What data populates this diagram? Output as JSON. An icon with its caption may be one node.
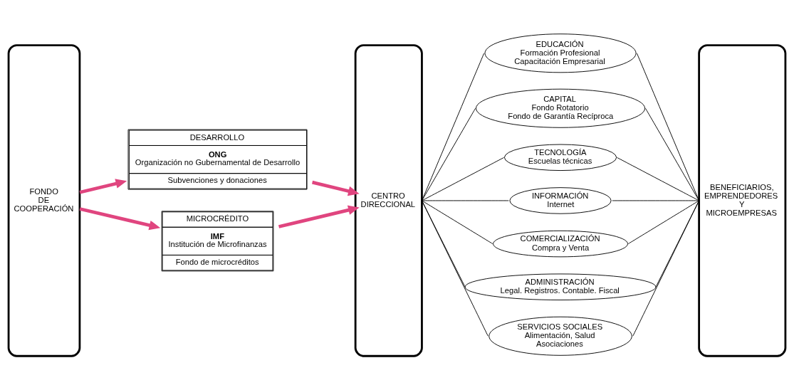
{
  "diagram": {
    "nodes": [
      {
        "text": [
          "FONDO DE COOPERACIÓN"
        ]
      },
      {
        "text": [
          "DESARROLLO",
          "ONG",
          "Organización no Gubernamental de Desarrollo",
          "Subvenciones y donaciones"
        ]
      },
      {
        "text": [
          "MICROCRÉDITO",
          "IMF",
          "Institución de Microfinanzas",
          "Fondo de microcréditos"
        ]
      },
      {
        "text": [
          "CENTRO DIRECCIONAL"
        ]
      },
      {
        "text": [
          "EDUCACIÓN",
          "Formación Profesional",
          "Capacitación Empresarial"
        ]
      },
      {
        "text": [
          "CAPITAL",
          "Fondo Rotatorio",
          "Fondo de Garantía Recíproca"
        ]
      },
      {
        "text": [
          "TECNOLOGÍA",
          "Escuelas técnicas"
        ]
      },
      {
        "text": [
          "INFORMACIÓN",
          "Internet"
        ]
      },
      {
        "text": [
          "COMERCIALIZACIÓN",
          "Compra y Venta"
        ]
      },
      {
        "text": [
          "ADMINISTRACIÓN",
          "Legal. Registros. Contable. Fiscal"
        ]
      },
      {
        "text": [
          "SERVICIOS SOCIALES",
          "Alimentación, Salud",
          "Asociaciones"
        ]
      },
      {
        "text": [
          "BENEFICIARIOS, EMPRENDEDORES Y MICROEMPRESAS"
        ]
      }
    ],
    "edges": [
      {
        "from": 0,
        "to": 1,
        "arrow": "to",
        "style": "thick",
        "color": "#e0457f"
      },
      {
        "from": 0,
        "to": 2,
        "arrow": "to",
        "style": "thick",
        "color": "#e0457f"
      },
      {
        "from": 1,
        "to": 3,
        "arrow": "to",
        "style": "thick",
        "color": "#e0457f"
      },
      {
        "from": 2,
        "to": 3,
        "arrow": "to",
        "style": "thick",
        "color": "#e0457f"
      },
      {
        "from": 3,
        "to": 4,
        "arrow": "none"
      },
      {
        "from": 3,
        "to": 5,
        "arrow": "none"
      },
      {
        "from": 3,
        "to": 6,
        "arrow": "none"
      },
      {
        "from": 3,
        "to": 7,
        "arrow": "none"
      },
      {
        "from": 3,
        "to": 8,
        "arrow": "none"
      },
      {
        "from": 3,
        "to": 9,
        "arrow": "none"
      },
      {
        "from": 3,
        "to": 10,
        "arrow": "none"
      },
      {
        "from": 4,
        "to": 11,
        "arrow": "none"
      },
      {
        "from": 5,
        "to": 11,
        "arrow": "none"
      },
      {
        "from": 6,
        "to": 11,
        "arrow": "none"
      },
      {
        "from": 7,
        "to": 11,
        "arrow": "none"
      },
      {
        "from": 8,
        "to": 11,
        "arrow": "none"
      },
      {
        "from": 9,
        "to": 11,
        "arrow": "none"
      },
      {
        "from": 10,
        "to": 11,
        "arrow": "none"
      }
    ]
  }
}
